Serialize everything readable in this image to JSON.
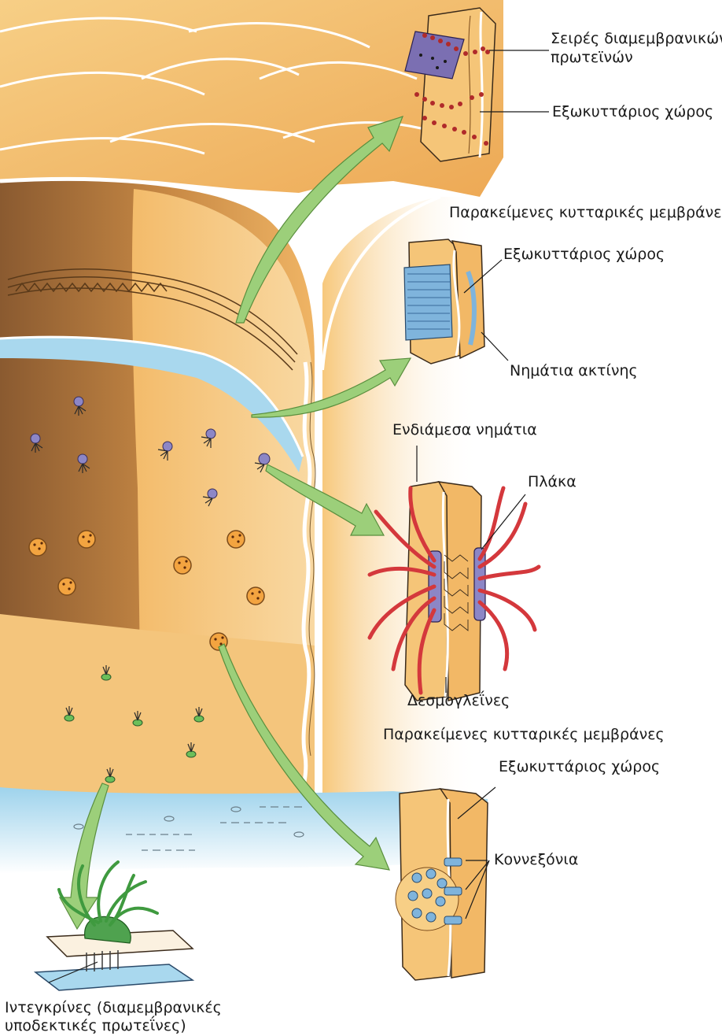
{
  "labels": {
    "tight_strands": [
      "Σειρές διαμεμβρανικών",
      "πρωτεϊνών"
    ],
    "extracellular_1": "Εξωκυττάριος χώρος",
    "adjacent_membranes_1": "Παρακείμενες κυτταρικές μεμβράνες",
    "extracellular_2": "Εξωκυττάριος χώρος",
    "actin_filaments": "Νημάτια ακτίνης",
    "intermediate_filaments": "Ενδιάμεσα νημάτια",
    "plaque": "Πλάκα",
    "desmogleins": "Δεσμογλεΐνες",
    "adjacent_membranes_2": "Παρακείμενες κυτταρικές μεμβράνες",
    "extracellular_3": "Εξωκυττάριος χώρος",
    "connexons": "Κοννεξόνια",
    "integrins": [
      "Ιντεγκρίνες (διαμεμβρανικές",
      "υποδεκτικές πρωτεΐνες)"
    ]
  },
  "colors": {
    "cell": "#f2b866",
    "cell_light": "#f9d596",
    "cell_dark": "#c98a3a",
    "cell_interior": "#9a6a3c",
    "basal_lamina": "#a9d8ee",
    "arrow": "#9ccf7a",
    "filament_red": "#d4383c",
    "plaque": "#8c86c6",
    "actin": "#7fb4dc",
    "integrin": "#3f9a3f"
  }
}
